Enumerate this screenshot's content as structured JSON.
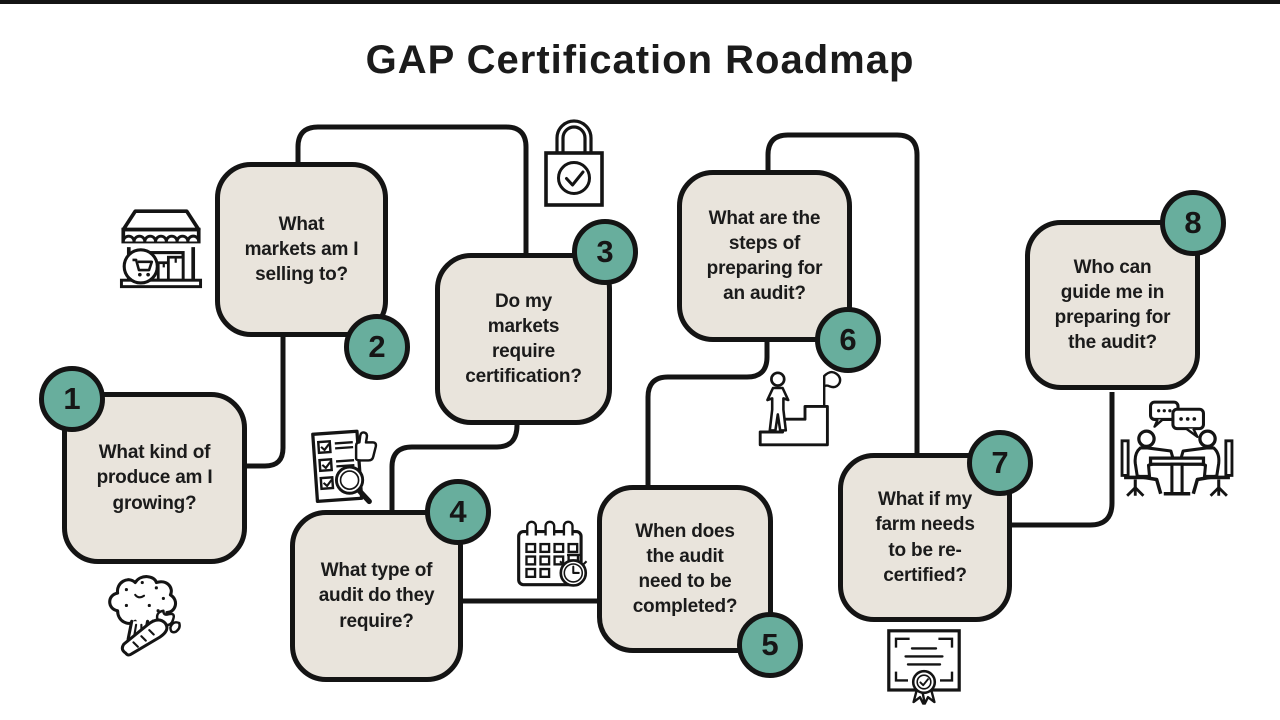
{
  "title": "GAP Certification Roadmap",
  "colors": {
    "accent": "#68AE9D",
    "box_fill": "#E9E4DC",
    "line": "#141414",
    "background": "#FFFFFF"
  },
  "steps": [
    {
      "number": "1",
      "question": "What kind of\nproduce am I\ngrowing?",
      "icon": "vegetables-icon",
      "badge_position": "top-left"
    },
    {
      "number": "2",
      "question": "What\nmarkets am I\nselling to?",
      "icon": "market-store-icon",
      "badge_position": "bottom-right"
    },
    {
      "number": "3",
      "question": "Do my\nmarkets\nrequire\ncertification?",
      "icon": "lock-check-icon",
      "badge_position": "top-right"
    },
    {
      "number": "4",
      "question": "What type of\naudit do they\nrequire?",
      "icon": "checklist-magnifier-icon",
      "badge_position": "top-right"
    },
    {
      "number": "5",
      "question": "When does\nthe audit\nneed to be\ncompleted?",
      "icon": "calendar-stopwatch-icon",
      "badge_position": "bottom-right"
    },
    {
      "number": "6",
      "question": "What are the\nsteps of\npreparing for\nan audit?",
      "icon": "steps-flag-icon",
      "badge_position": "bottom-right"
    },
    {
      "number": "7",
      "question": "What if my\nfarm needs\nto be re-\ncertified?",
      "icon": "certificate-icon",
      "badge_position": "top-right"
    },
    {
      "number": "8",
      "question": "Who can\nguide me in\npreparing for\nthe audit?",
      "icon": "meeting-icon",
      "badge_position": "top-right"
    }
  ]
}
